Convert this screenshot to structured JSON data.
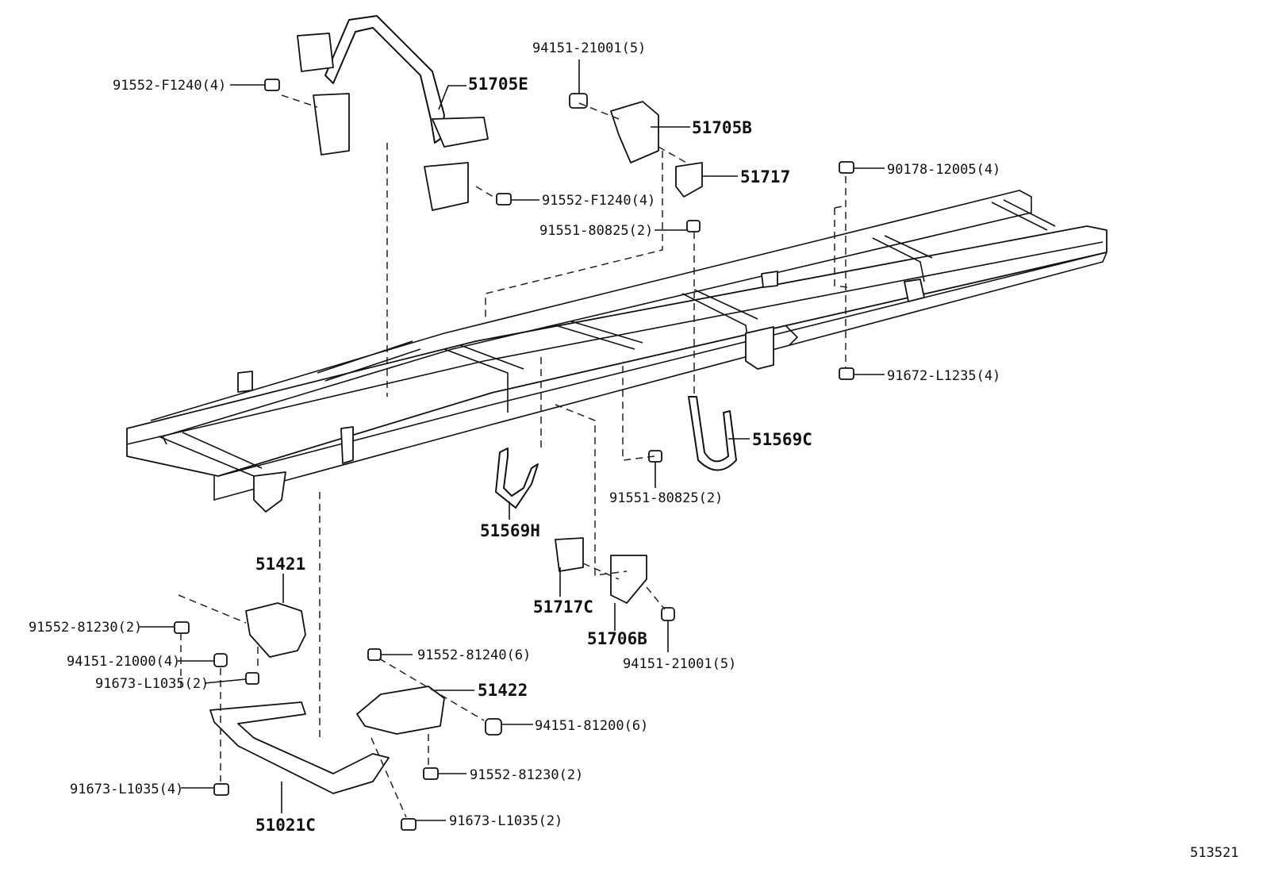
{
  "diagram_id": "513521",
  "labels": {
    "p51705E": "51705E",
    "p51705B": "51705B",
    "p51717": "51717",
    "p51569C": "51569C",
    "p51569H": "51569H",
    "p51421": "51421",
    "p51422": "51422",
    "p51717C": "51717C",
    "p51706B": "51706B",
    "p51021C": "51021C",
    "b91552_F1240_a": "91552-F1240(4)",
    "b91552_F1240_b": "91552-F1240(4)",
    "b94151_21001_a": "94151-21001(5)",
    "b94151_21001_b": "94151-21001(5)",
    "b90178_12005": "90178-12005(4)",
    "b91551_80825_a": "91551-80825(2)",
    "b91551_80825_b": "91551-80825(2)",
    "b91672_L1235": "91672-L1235(4)",
    "b91552_81230_a": "91552-81230(2)",
    "b91552_81230_b": "91552-81230(2)",
    "b94151_21000": "94151-21000(4)",
    "b91673_L1035_a": "91673-L1035(2)",
    "b91673_L1035_b": "91673-L1035(4)",
    "b91673_L1035_c": "91673-L1035(2)",
    "b91552_81240": "91552-81240(6)",
    "b94151_81200": "94151-81200(6)"
  }
}
